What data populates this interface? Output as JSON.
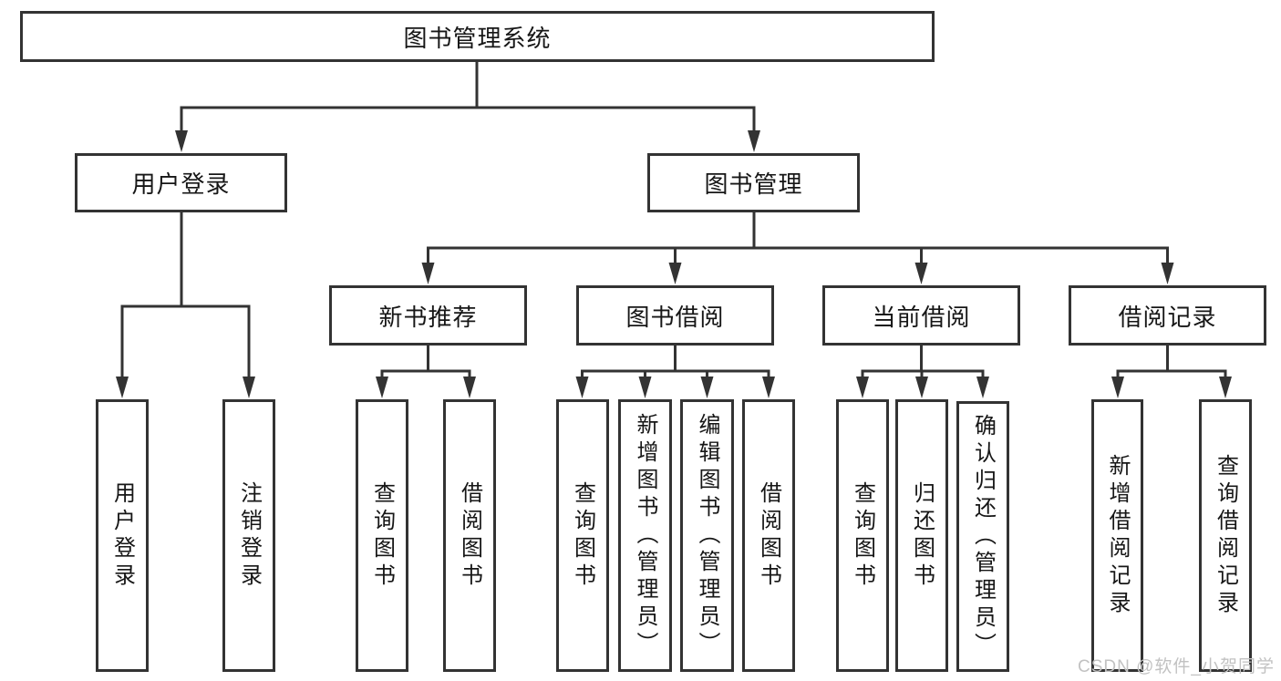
{
  "colors": {
    "line": "#333333",
    "box_border": "#333333",
    "box_background": "#ffffff",
    "text": "#161616",
    "watermark": "#c2c2c2"
  },
  "watermark": "CSDN @软件_小贺同学",
  "tree": {
    "root": {
      "label": "图书管理系统"
    },
    "level2": [
      {
        "label": "用户登录"
      },
      {
        "label": "图书管理"
      }
    ],
    "level3": [
      {
        "label": "新书推荐",
        "parent": "图书管理"
      },
      {
        "label": "图书借阅",
        "parent": "图书管理"
      },
      {
        "label": "当前借阅",
        "parent": "图书管理"
      },
      {
        "label": "借阅记录",
        "parent": "图书管理"
      }
    ],
    "leaves": [
      {
        "label": "用户登录",
        "parent": "用户登录"
      },
      {
        "label": "注销登录",
        "parent": "用户登录"
      },
      {
        "label": "查询图书",
        "parent": "新书推荐"
      },
      {
        "label": "借阅图书",
        "parent": "新书推荐"
      },
      {
        "label": "查询图书",
        "parent": "图书借阅"
      },
      {
        "label": "新增图书（管理员）",
        "parent": "图书借阅"
      },
      {
        "label": "编辑图书（管理员）",
        "parent": "图书借阅"
      },
      {
        "label": "借阅图书",
        "parent": "图书借阅"
      },
      {
        "label": "查询图书",
        "parent": "当前借阅"
      },
      {
        "label": "归还图书",
        "parent": "当前借阅"
      },
      {
        "label": "确认归还（管理员）",
        "parent": "当前借阅"
      },
      {
        "label": "新增借阅记录",
        "parent": "借阅记录"
      },
      {
        "label": "查询借阅记录",
        "parent": "借阅记录"
      }
    ]
  }
}
